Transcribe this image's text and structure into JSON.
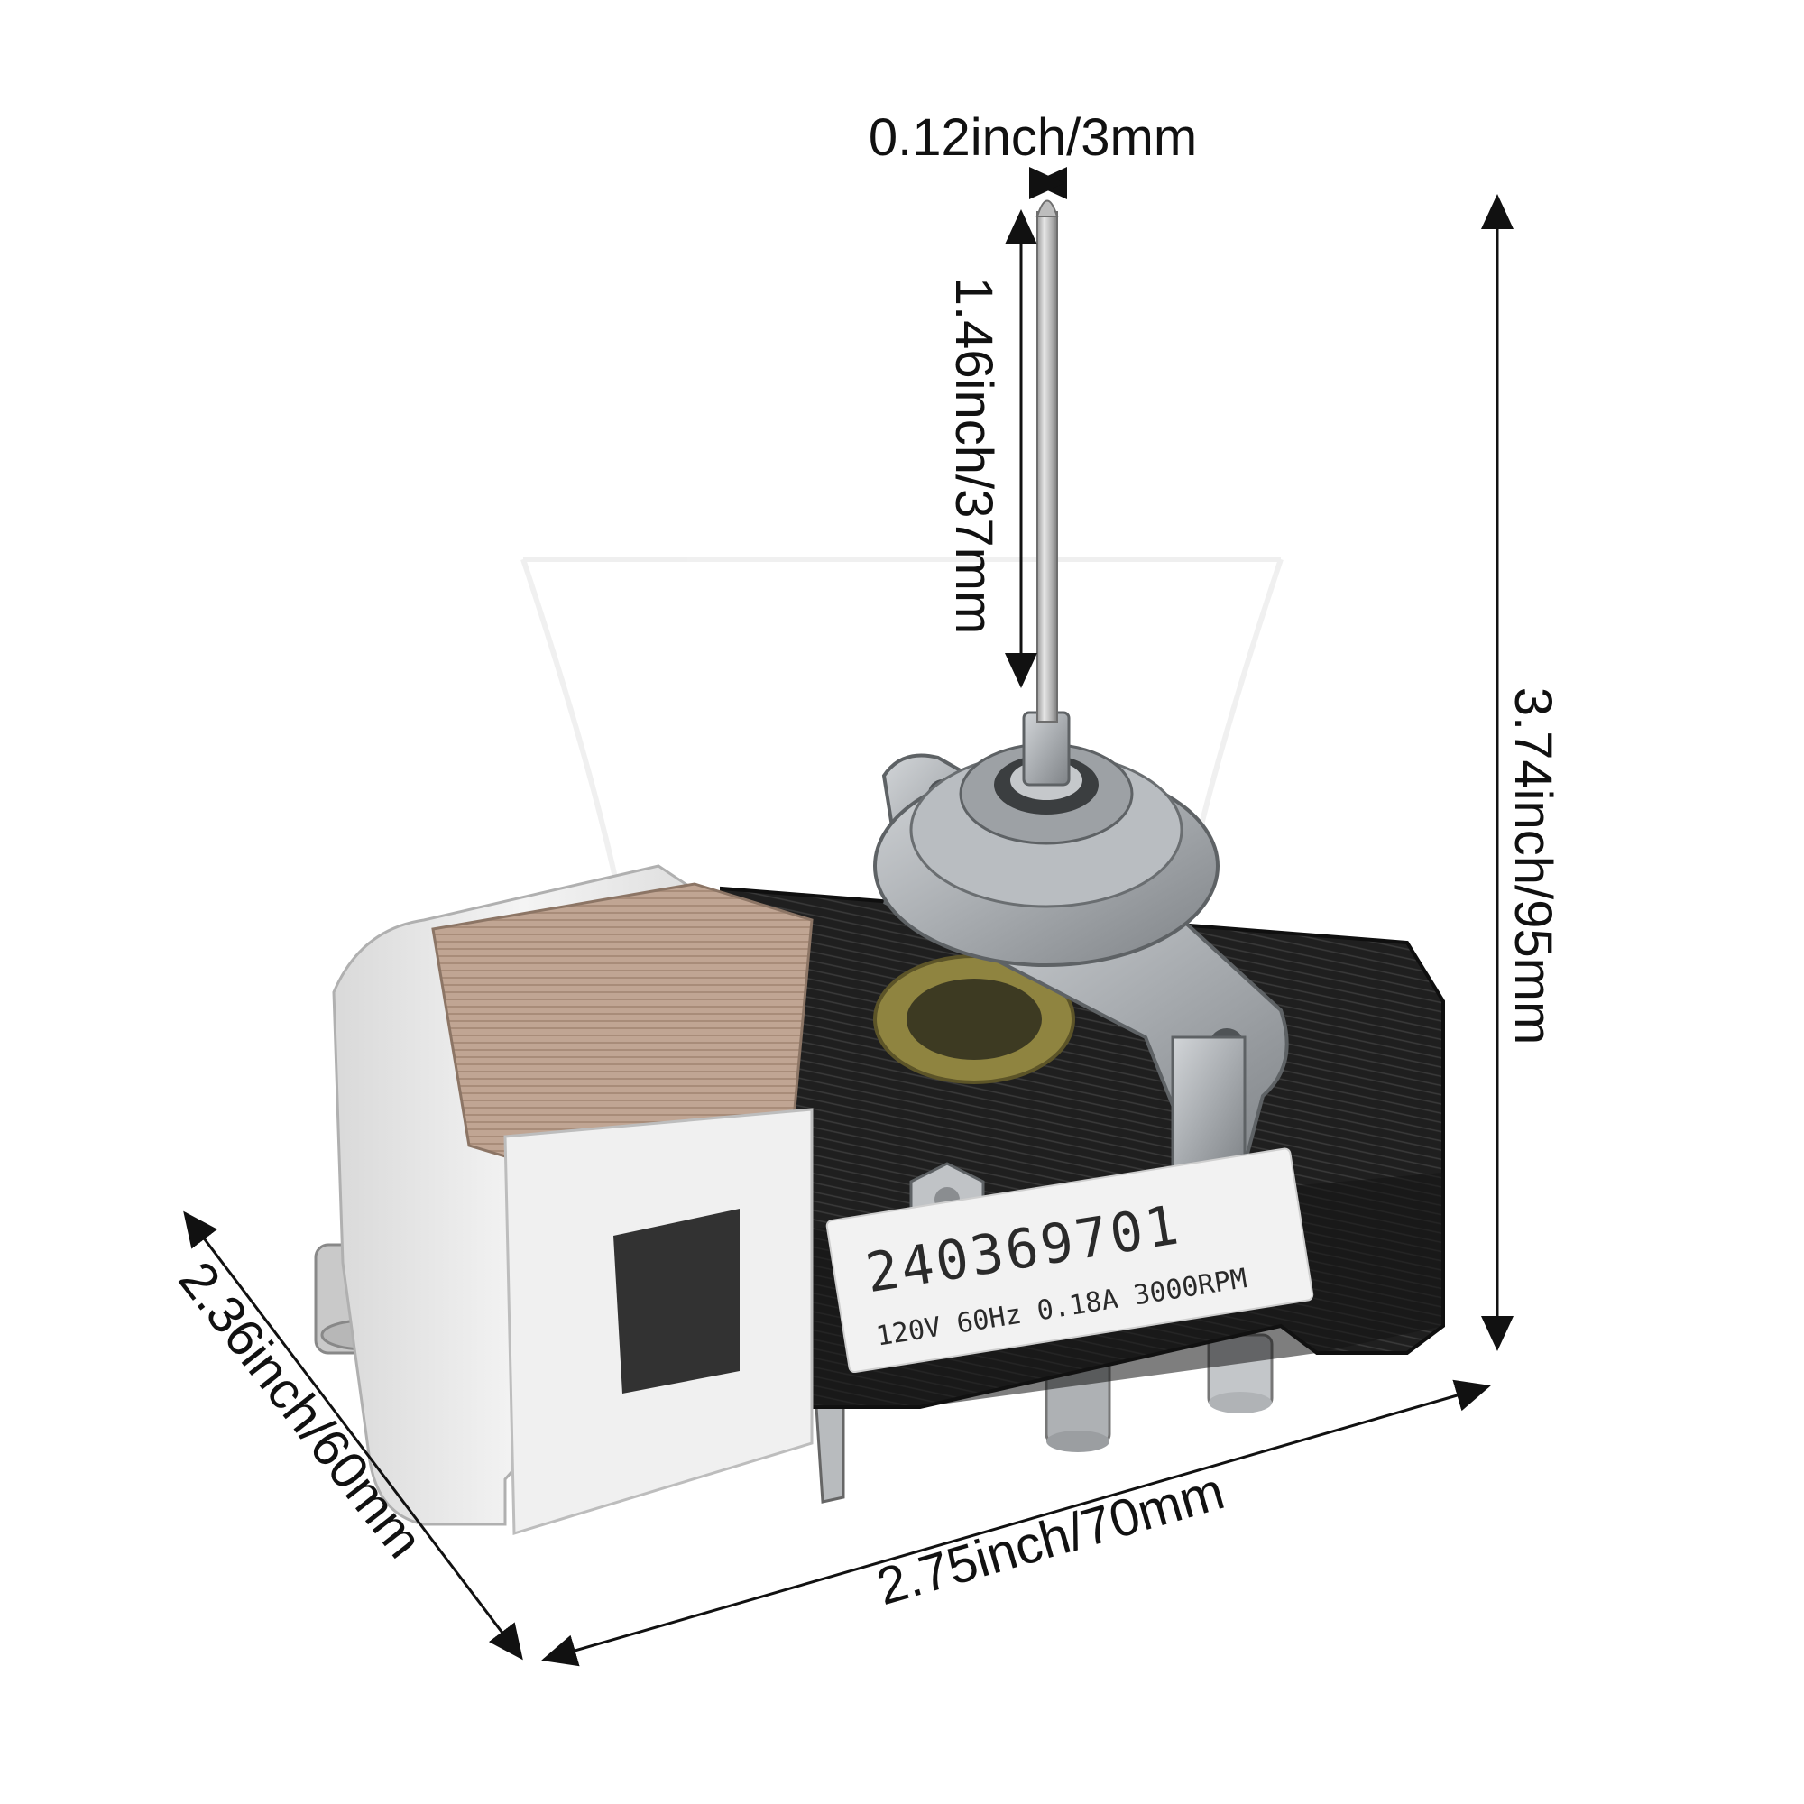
{
  "dimensions": {
    "shaft_diameter": "0.12inch/3mm",
    "shaft_length": "1.46inch/37mm",
    "total_height": "3.74inch/95mm",
    "depth": "2.36inch/60mm",
    "width": "2.75inch/70mm"
  },
  "motor_label": {
    "part_number": "240369701",
    "specs": "120V 60Hz 0.18A 3000RPM"
  },
  "colors": {
    "background": "#ffffff",
    "laminations": "#1c1c1c",
    "bobbin": "#ececec",
    "copper_winding": "#b79a86",
    "bracket": "#a9adb1",
    "shaft": "#c8c8c8",
    "label": "#f2f2f2"
  }
}
